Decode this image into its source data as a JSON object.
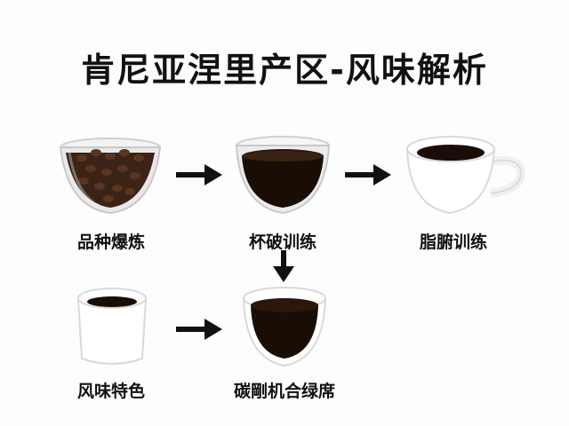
{
  "title": "肯尼亚涅里产区-风味解析",
  "steps": [
    {
      "label": "品种爆炼",
      "icon": "coffee-beans-bowl-icon"
    },
    {
      "label": "杯破训练",
      "icon": "glass-cup-coffee-icon"
    },
    {
      "label": "脂腑训练",
      "icon": "coffee-cup-saucer-icon"
    },
    {
      "label": "风味特色",
      "icon": "espresso-cup-icon"
    },
    {
      "label": "碳剛机合绿席",
      "icon": "dark-coffee-bowl-icon"
    }
  ],
  "colors": {
    "coffee": "#1a0d06",
    "arrow": "#111111",
    "cup": "#ffffff"
  }
}
